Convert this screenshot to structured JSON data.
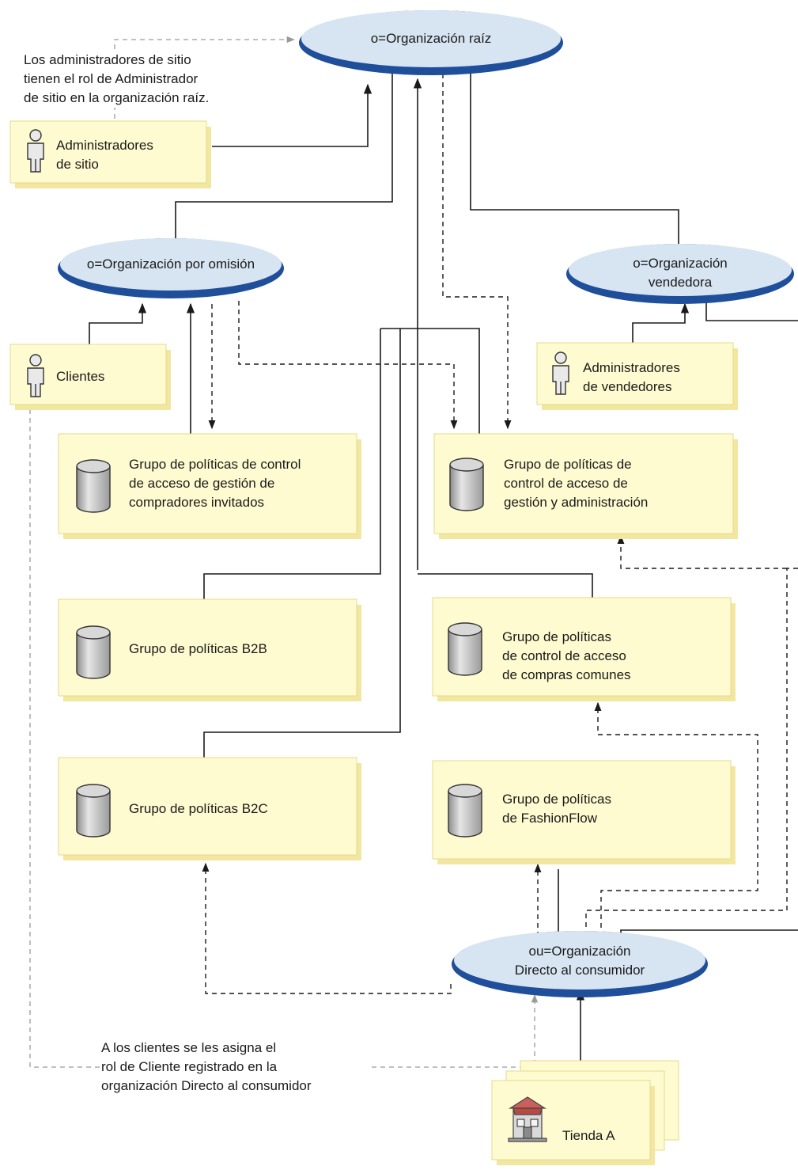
{
  "nodes": {
    "root_org": "o=Organización raíz",
    "default_org": "o=Organización por omisión",
    "seller_org": "o=Organización\nvendedora",
    "direct_org": "ou=Organización\nDirecto al consumidor",
    "site_admins": "Administradores\nde sitio",
    "customers": "Clientes",
    "seller_admins": "Administradores\nde vendedores",
    "guest_policy": "Grupo de políticas de control\nde acceso de gestión de\ncompradores invitados",
    "mgmt_policy": "Grupo de políticas de\ncontrol de acceso de\ngestión y administración",
    "b2b_policy": "Grupo de políticas B2B",
    "common_policy": "Grupo de políticas\nde control de acceso\nde compras comunes",
    "b2c_policy": "Grupo de políticas B2C",
    "fashionflow_policy": "Grupo de políticas\nde FashionFlow",
    "store_a": "Tienda A"
  },
  "notes": {
    "site_admins_note": "Los administradores de sitio\ntienen el rol de Administrador\nde sitio en la organización raíz.",
    "customers_note": "A los clientes se les asigna el\nrol de Cliente registrado en la\norganización Directo al consumidor"
  },
  "colors": {
    "box_fill": "#fffbd0",
    "box_shadow": "#f2e7a0",
    "ellipse_fill": "#d7e4f2",
    "ellipse_rim": "#1f4e9a",
    "line": "#1a1a1a",
    "note_line": "#9a9a9a"
  }
}
